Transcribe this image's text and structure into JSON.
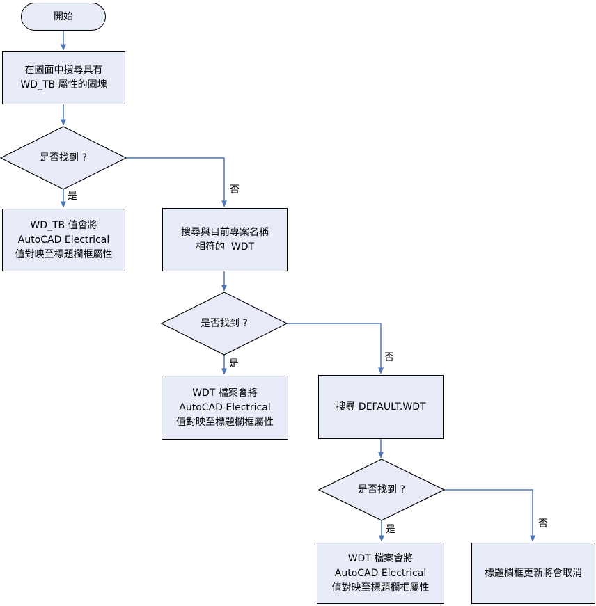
{
  "flowchart": {
    "colors": {
      "shape_fill": "#e8ecf8",
      "shape_border": "#000000",
      "connector": "#4a76b8",
      "text": "#000000"
    },
    "labels": {
      "yes": "是",
      "no": "否"
    },
    "nodes": [
      {
        "id": "start",
        "type": "terminator",
        "lines": [
          "開始"
        ]
      },
      {
        "id": "search-wdtb-block",
        "type": "process",
        "lines": [
          "在圖面中搜尋具有",
          "WD_TB 屬性的圖塊"
        ]
      },
      {
        "id": "decision-found-1",
        "type": "decision",
        "lines": [
          "是否找到 ?"
        ]
      },
      {
        "id": "wdtb-maps-values",
        "type": "process",
        "lines": [
          "WD_TB 值會將",
          "AutoCAD Electrical",
          "值對映至標題欄框屬性"
        ]
      },
      {
        "id": "search-project-wdt",
        "type": "process",
        "lines": [
          "搜尋與目前專案名稱",
          "相符的  WDT"
        ]
      },
      {
        "id": "decision-found-2",
        "type": "decision",
        "lines": [
          "是否找到 ?"
        ]
      },
      {
        "id": "wdt-maps-values-1",
        "type": "process",
        "lines": [
          "WDT 檔案會將",
          "AutoCAD Electrical",
          "值對映至標題欄框屬性"
        ]
      },
      {
        "id": "search-default-wdt",
        "type": "process",
        "lines": [
          "搜尋 DEFAULT.WDT"
        ]
      },
      {
        "id": "decision-found-3",
        "type": "decision",
        "lines": [
          "是否找到 ?"
        ]
      },
      {
        "id": "wdt-maps-values-2",
        "type": "process",
        "lines": [
          "WDT 檔案會將",
          "AutoCAD Electrical",
          "值對映至標題欄框屬性"
        ]
      },
      {
        "id": "titleblock-update-cancelled",
        "type": "process",
        "lines": [
          "標題欄框更新將會取消"
        ]
      }
    ]
  }
}
